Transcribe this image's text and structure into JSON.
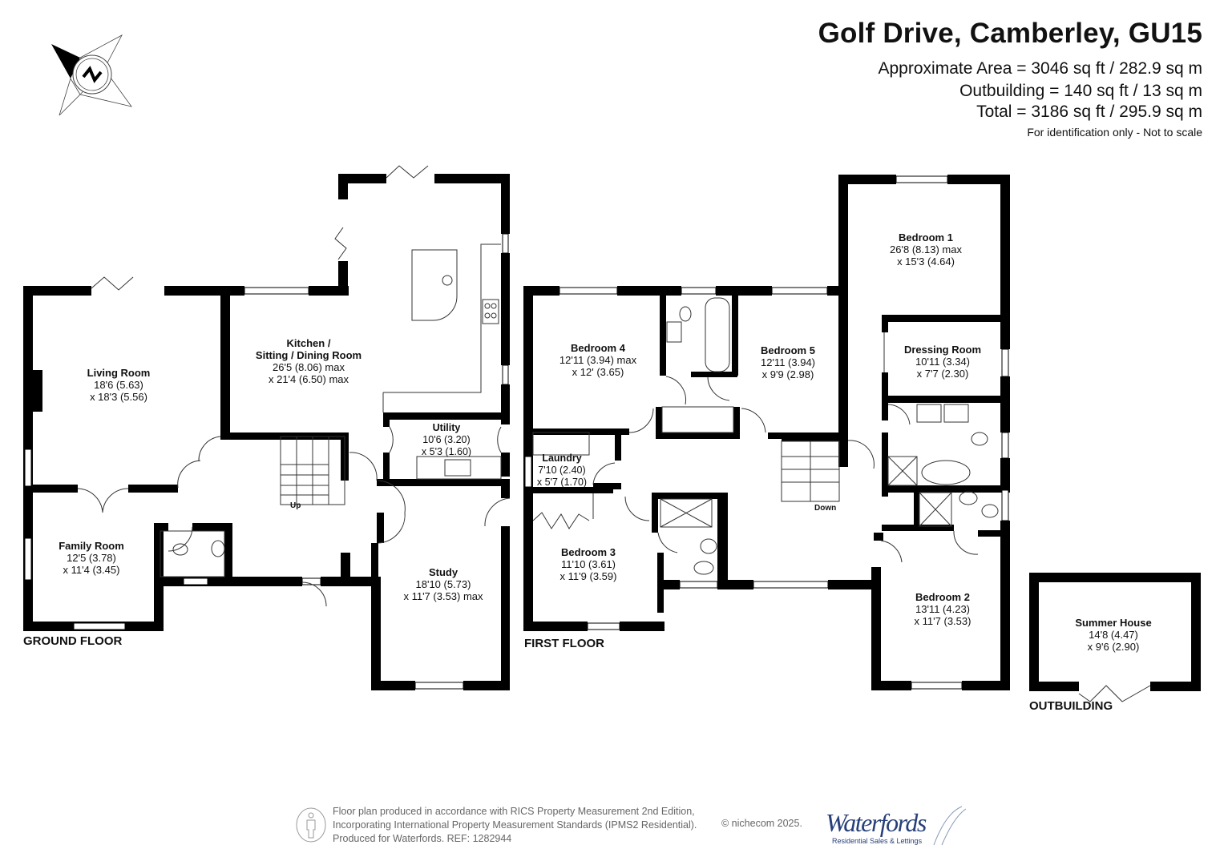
{
  "header": {
    "title": "Golf Drive, Camberley, GU15",
    "approx_area": "Approximate Area = 3046 sq ft / 282.9 sq m",
    "outbuilding_area": "Outbuilding = 140 sq ft / 13 sq m",
    "total_area": "Total = 3186 sq ft / 295.9 sq m",
    "disclaimer": "For identification only - Not to scale"
  },
  "compass": {
    "label": "N"
  },
  "floors": {
    "ground": {
      "label": "GROUND FLOOR",
      "stair_label": "Up",
      "rooms": [
        {
          "name": "Living Room",
          "dim1": "18'6 (5.63)",
          "dim2": "x 18'3 (5.56)"
        },
        {
          "name": "Kitchen /",
          "name2": "Sitting / Dining Room",
          "dim1": "26'5 (8.06) max",
          "dim2": "x 21'4 (6.50) max"
        },
        {
          "name": "Utility",
          "dim1": "10'6 (3.20)",
          "dim2": "x 5'3 (1.60)"
        },
        {
          "name": "Family Room",
          "dim1": "12'5 (3.78)",
          "dim2": "x 11'4 (3.45)"
        },
        {
          "name": "Study",
          "dim1": "18'10 (5.73)",
          "dim2": "x 11'7 (3.53) max"
        }
      ]
    },
    "first": {
      "label": "FIRST FLOOR",
      "stair_label": "Down",
      "rooms": [
        {
          "name": "Bedroom 4",
          "dim1": "12'11 (3.94) max",
          "dim2": "x 12' (3.65)"
        },
        {
          "name": "Bedroom 5",
          "dim1": "12'11 (3.94)",
          "dim2": "x 9'9 (2.98)"
        },
        {
          "name": "Bedroom 1",
          "dim1": "26'8 (8.13) max",
          "dim2": "x 15'3 (4.64)"
        },
        {
          "name": "Dressing Room",
          "dim1": "10'11 (3.34)",
          "dim2": "x 7'7 (2.30)"
        },
        {
          "name": "Laundry",
          "dim1": "7'10 (2.40)",
          "dim2": "x 5'7 (1.70)"
        },
        {
          "name": "Bedroom 3",
          "dim1": "11'10 (3.61)",
          "dim2": "x 11'9 (3.59)"
        },
        {
          "name": "Bedroom 2",
          "dim1": "13'11 (4.23)",
          "dim2": "x 11'7 (3.53)"
        }
      ]
    },
    "outbuilding": {
      "label": "OUTBUILDING",
      "rooms": [
        {
          "name": "Summer House",
          "dim1": "14'8 (4.47)",
          "dim2": "x 9'6 (2.90)"
        }
      ]
    }
  },
  "footer": {
    "line1": "Floor plan produced in accordance with RICS Property Measurement 2nd Edition,",
    "line2": "Incorporating International Property Measurement Standards (IPMS2 Residential).",
    "line3": "Produced for Waterfords.   REF: 1282944",
    "copyright": "© nichecom 2025.",
    "logo_brand": "Waterfords",
    "logo_tagline": "Residential Sales & Lettings"
  },
  "colors": {
    "wall": "#000000",
    "text": "#111111",
    "footer_text": "#666666",
    "logo": "#27407a"
  }
}
